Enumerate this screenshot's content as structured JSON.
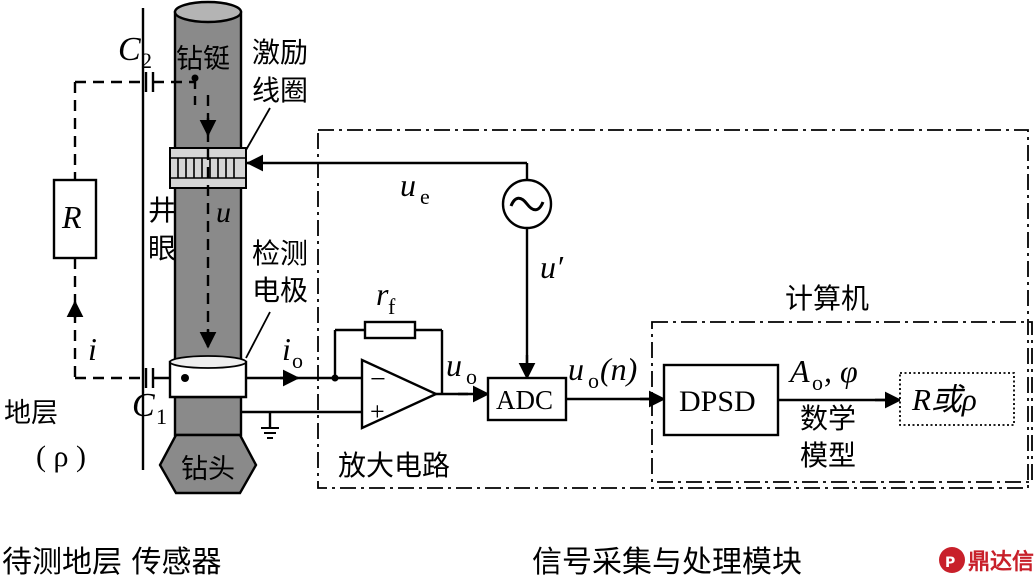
{
  "labels": {
    "c2": "C",
    "c2_sub": "2",
    "drill_pipe": "钻铤",
    "excitation_coil_line1": "激励",
    "excitation_coil_line2": "线圈",
    "borehole_line1": "井",
    "borehole_line2": "眼",
    "u_inner": "u",
    "detect_electrode_line1": "检测",
    "detect_electrode_line2": "电极",
    "resistor": "R",
    "current_i": "i",
    "formation": "地层",
    "formation_rho": "( ρ )",
    "c1": "C",
    "c1_sub": "1",
    "drill_bit": "钻头",
    "ue": "u",
    "ue_sub": "e",
    "u_prime": "u′",
    "rf": "r",
    "rf_sub": "f",
    "io": "i",
    "io_sub": "o",
    "uo": "u",
    "uo_sub": "o",
    "op_minus": "−",
    "op_plus": "+",
    "amplifier": "放大电路",
    "adc": "ADC",
    "uon": "u",
    "uon_sub": "o",
    "uon_arg": "(n)",
    "computer": "计算机",
    "dpsd": "DPSD",
    "ao": "A",
    "ao_sub": "o",
    "ao_phi": ", φ",
    "math_model_line1": "数学",
    "math_model_line2": "模型",
    "result": "R或ρ"
  },
  "captions": {
    "left": "待测地层 传感器",
    "right": "信号采集与处理模块"
  },
  "watermark": "鼎达信"
}
